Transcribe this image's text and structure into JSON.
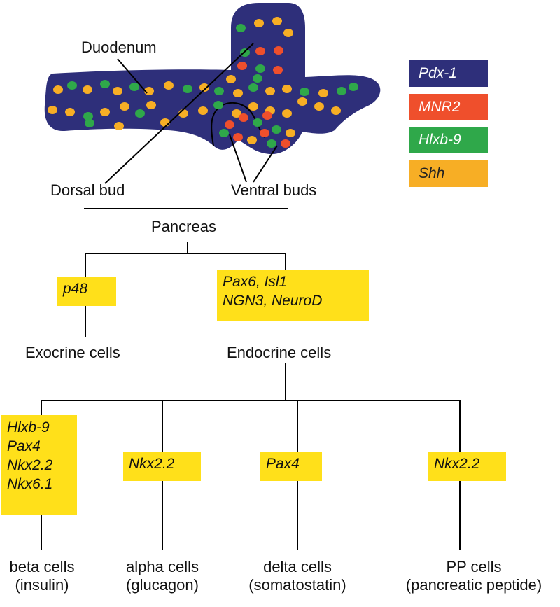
{
  "labels": {
    "duodenum": "Duodenum",
    "dorsal_bud": "Dorsal bud",
    "ventral_buds": "Ventral buds",
    "pancreas": "Pancreas",
    "exocrine": "Exocrine cells",
    "endocrine": "Endocrine cells"
  },
  "legend": [
    {
      "label": "Pdx-1",
      "bg": "#2e2f7a",
      "fg": "#ffffff"
    },
    {
      "label": "MNR2",
      "bg": "#ef4f2c",
      "fg": "#ffffff"
    },
    {
      "label": "Hlxb-9",
      "bg": "#2fa84a",
      "fg": "#ffffff"
    },
    {
      "label": "Shh",
      "bg": "#f7ae25",
      "fg": "#222222"
    }
  ],
  "markers": {
    "exocrine": [
      "p48"
    ],
    "endocrine": [
      "Pax6, Isl1",
      "NGN3, NeuroD"
    ],
    "beta": [
      "Hlxb-9",
      "Pax4",
      "Nkx2.2",
      "Nkx6.1"
    ],
    "alpha": [
      "Nkx2.2"
    ],
    "delta": [
      "Pax4"
    ],
    "pp": [
      "Nkx2.2"
    ]
  },
  "cells": {
    "beta": [
      "beta cells",
      "(insulin)"
    ],
    "alpha": [
      "alpha cells",
      "(glucagon)"
    ],
    "delta": [
      "delta cells",
      "(somatostatin)"
    ],
    "pp": [
      "PP cells",
      "(pancreatic peptide)"
    ]
  },
  "colors": {
    "tissue": "#2e2f7a",
    "green": "#2fa84a",
    "orange": "#f7ae25",
    "red": "#ef4f2c",
    "marker_box": "#ffe01a"
  }
}
